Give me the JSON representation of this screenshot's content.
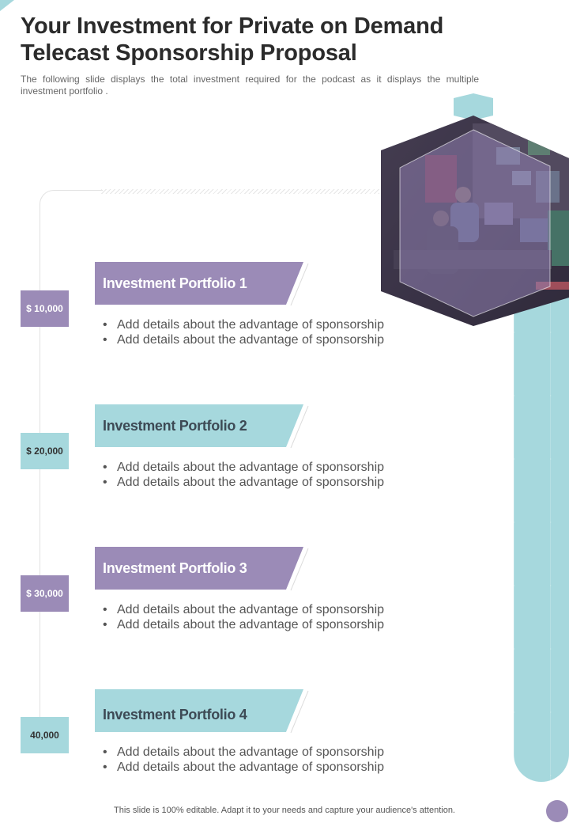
{
  "title": "Your Investment for Private on Demand Telecast Sponsorship Proposal",
  "subtitle": "The following slide displays the total investment required for the podcast as it displays the multiple investment portfolio .",
  "colors": {
    "purple": "#9b8bb7",
    "teal": "#a6d8dd",
    "dark_text": "#2b2b2b"
  },
  "image": {
    "subject": "control-room-photo"
  },
  "portfolios": [
    {
      "amount": "$ 10,000",
      "label": "Investment Portfolio 1",
      "color": "purple",
      "bullets": [
        "Add details about the advantage of sponsorship",
        "Add details about the advantage of sponsorship"
      ]
    },
    {
      "amount": "$ 20,000",
      "label": "Investment Portfolio 2",
      "color": "teal",
      "bullets": [
        "Add details about the advantage of sponsorship",
        "Add details about the advantage of sponsorship"
      ]
    },
    {
      "amount": "$ 30,000",
      "label": "Investment Portfolio 3",
      "color": "purple",
      "bullets": [
        "Add details about the advantage of sponsorship",
        "Add details about the advantage of sponsorship"
      ]
    },
    {
      "amount": "40,000",
      "label": "Investment Portfolio 4",
      "color": "teal",
      "bullets": [
        "Add details about the advantage of sponsorship",
        "Add details about the advantage of sponsorship"
      ]
    }
  ],
  "footer": "This slide is 100% editable. Adapt it to your needs and capture your audience's attention."
}
